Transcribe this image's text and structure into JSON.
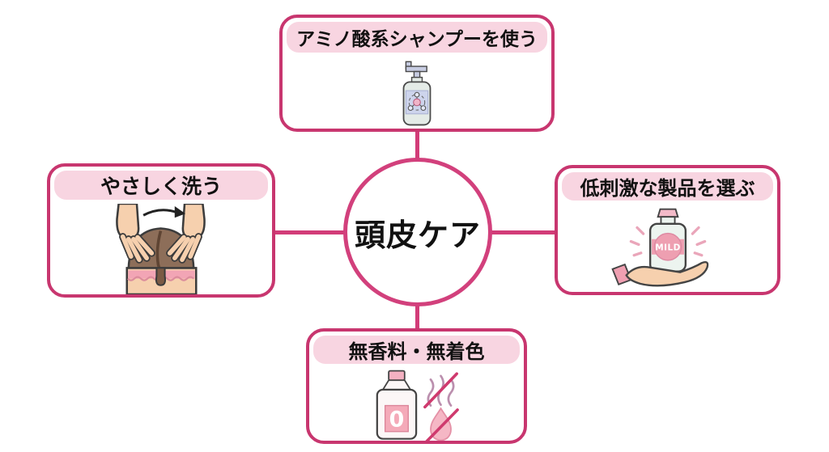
{
  "center": {
    "label": "頭皮ケア"
  },
  "nodes": {
    "top": {
      "title": "アミノ酸系シャンプーを使う",
      "icon": "amino-shampoo-pump-bottle-icon"
    },
    "left": {
      "title": "やさしく洗う",
      "icon": "scalp-massage-hands-icon"
    },
    "right": {
      "title": "低刺激な製品を選ぶ",
      "icon": "hand-holding-mild-bottle-icon",
      "icon_label": "MILD"
    },
    "bottom": {
      "title": "無香料・無着色",
      "icon": "fragrance-free-colorant-free-icon",
      "icon_label": "0"
    }
  },
  "colors": {
    "accent_border": "#c8366f",
    "connector": "#d23c78",
    "header_bg": "#f8d5e1",
    "circle_border": "#d2407c"
  }
}
